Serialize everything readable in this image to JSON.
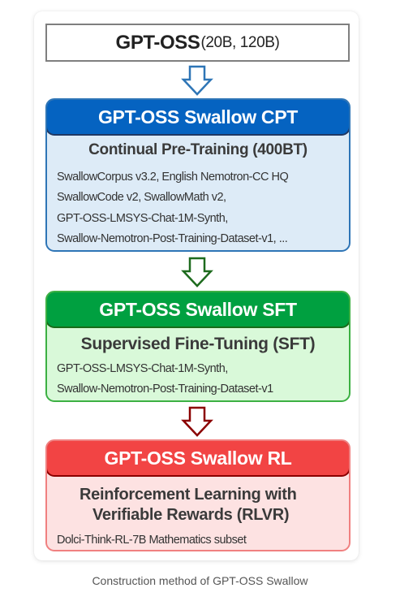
{
  "source": {
    "name": "GPT-OSS",
    "sizes": "(20B, 120B)"
  },
  "stages": {
    "cpt": {
      "title": "GPT-OSS Swallow CPT",
      "subtitle": "Continual Pre-Training (400BT)",
      "datasets": [
        "SwallowCorpus v3.2, English Nemotron-CC HQ",
        "SwallowCode v2, SwallowMath v2,",
        "GPT-OSS-LMSYS-Chat-1M-Synth,",
        "Swallow-Nemotron-Post-Training-Dataset-v1, ..."
      ]
    },
    "sft": {
      "title": "GPT-OSS Swallow SFT",
      "subtitle": "Supervised Fine-Tuning (SFT)",
      "datasets": [
        "GPT-OSS-LMSYS-Chat-1M-Synth,",
        "Swallow-Nemotron-Post-Training-Dataset-v1"
      ]
    },
    "rl": {
      "title": "GPT-OSS Swallow RL",
      "subtitle_lines": [
        "Reinforcement Learning with",
        "Verifiable Rewards (RLVR)"
      ],
      "datasets": [
        "Dolci-Think-RL-7B Mathematics subset"
      ]
    }
  },
  "caption": "Construction method of GPT-OSS Swallow",
  "colors": {
    "cpt_header": "#0563c1",
    "cpt_body": "#ddebf7",
    "sft_header": "#00a040",
    "sft_body": "#d9f9d9",
    "rl_header": "#f24444",
    "rl_body": "#fde2e2",
    "arrow_blue": "#2e75b6",
    "arrow_green": "#1e6b1e",
    "arrow_red": "#8b0000"
  }
}
